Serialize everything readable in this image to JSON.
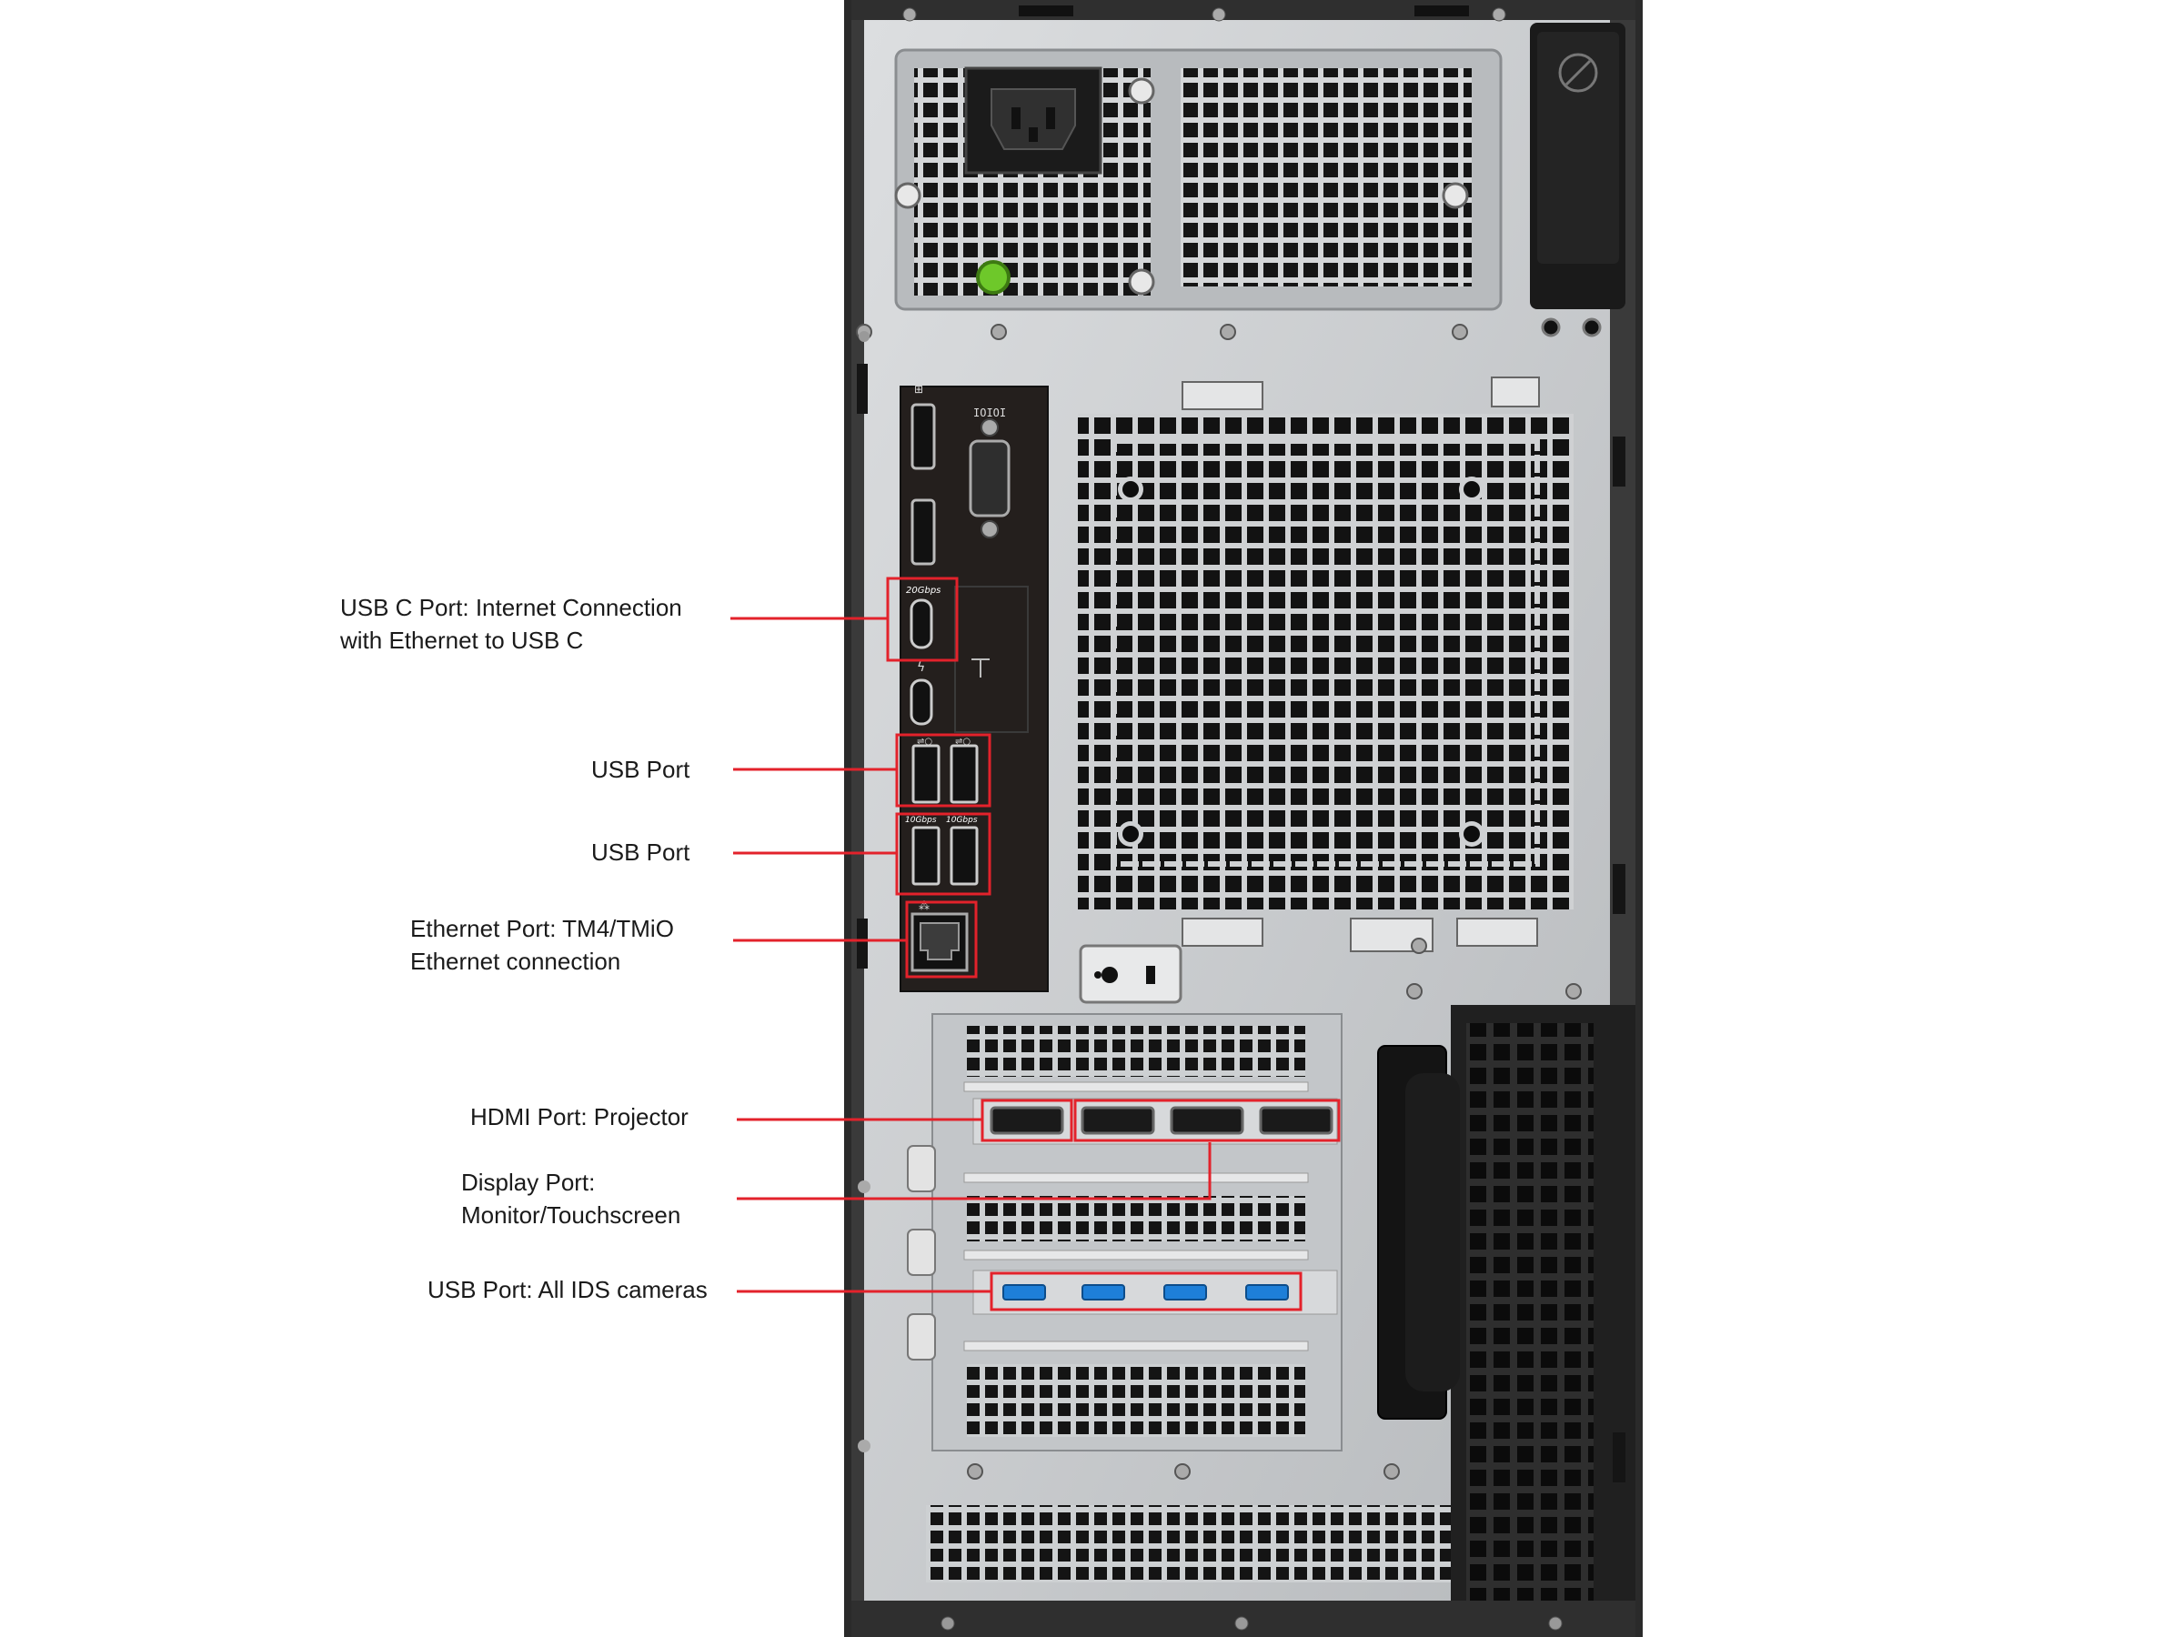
{
  "callouts": [
    {
      "id": "usbc",
      "lines": [
        "USB C Port: Internet Connection",
        "with Ethernet to USB C"
      ]
    },
    {
      "id": "usb1",
      "lines": [
        "USB Port"
      ]
    },
    {
      "id": "usb2",
      "lines": [
        "USB Port"
      ]
    },
    {
      "id": "eth",
      "lines": [
        "Ethernet Port: TM4/TMiO",
        "Ethernet connection"
      ]
    },
    {
      "id": "hdmi",
      "lines": [
        "HDMI Port: Projector"
      ]
    },
    {
      "id": "dp",
      "lines": [
        "Display Port:",
        "Monitor/Touchscreen"
      ]
    },
    {
      "id": "usbcam",
      "lines": [
        "USB Port: All IDS cameras"
      ]
    }
  ],
  "port_markings": {
    "usbc_speed": "20Gbps",
    "usb_speed_left": "10Gbps",
    "usb_speed_right": "10Gbps",
    "serial_glyph": "IOIOI"
  },
  "colors": {
    "callout_line": "#e3222b",
    "chassis_dark": "#2b2b2b",
    "chassis_metal": "#c9cbcd",
    "io_panel": "#241f1d",
    "usb3_blue": "#1e7fd8",
    "power_led": "#6ec82a"
  }
}
